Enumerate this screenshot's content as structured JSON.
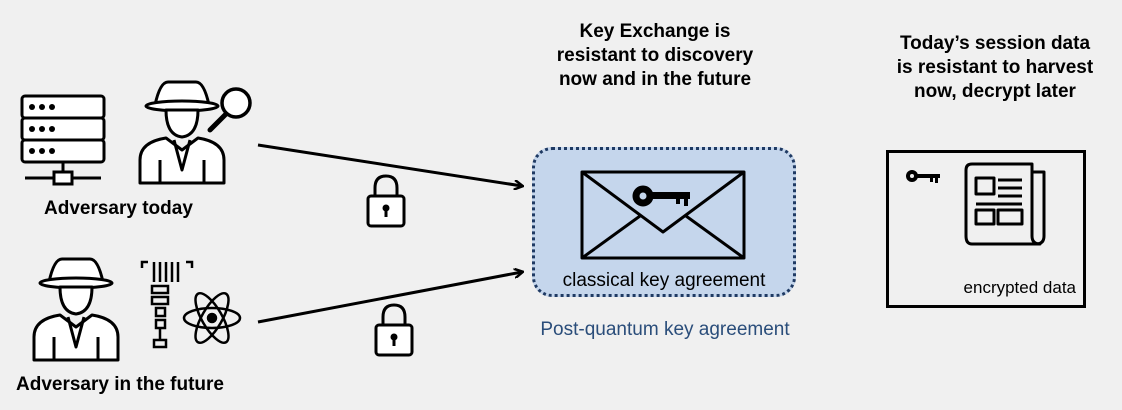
{
  "adversaries": {
    "today_label": "Adversary today",
    "future_label": "Adversary in the future"
  },
  "key_exchange_caption": [
    "Key Exchange is",
    "resistant to discovery",
    "now and in the future"
  ],
  "session_caption": [
    "Today’s session data",
    "is resistant to harvest",
    "now, decrypt later"
  ],
  "envelope": {
    "classical_label": "classical key agreement",
    "pq_label": "Post-quantum key agreement"
  },
  "data_box": {
    "label": "encrypted data"
  },
  "icons": {
    "server": "server-rack-icon",
    "spy": "spy-icon",
    "magnifier": "magnifier-icon",
    "quantum": "quantum-computer-icon",
    "atom": "atom-icon",
    "lock": "padlock-icon",
    "envelope": "envelope-icon",
    "key": "key-icon",
    "document": "document-icon"
  },
  "colors": {
    "envelope_fill": "#c5d6ec",
    "envelope_border": "#1f3a63",
    "pq_text": "#2a4d7a"
  }
}
